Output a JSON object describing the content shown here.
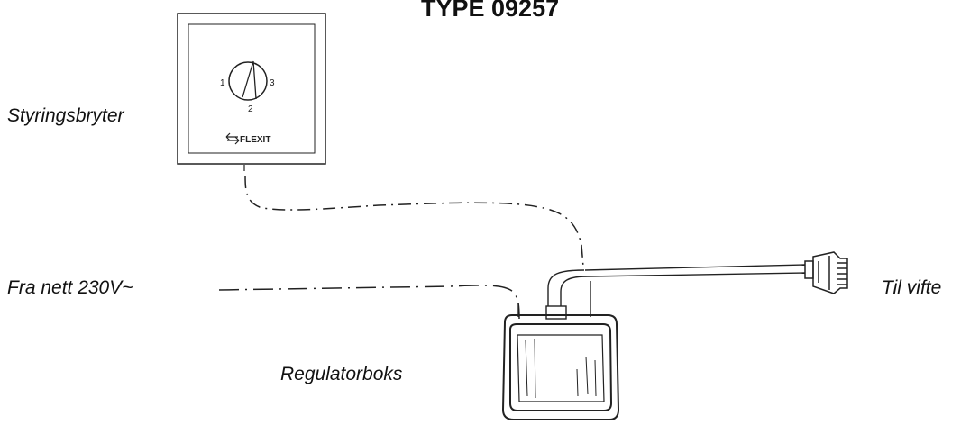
{
  "title": "TYPE 09257",
  "labels": {
    "control_switch": "Styringsbryter",
    "mains_input": "Fra nett 230V~",
    "to_fan": "Til vifte",
    "regulator_box": "Regulatorboks"
  },
  "switch_panel": {
    "brand": "FLEXIT",
    "dial_positions": [
      "1",
      "2",
      "3"
    ]
  }
}
